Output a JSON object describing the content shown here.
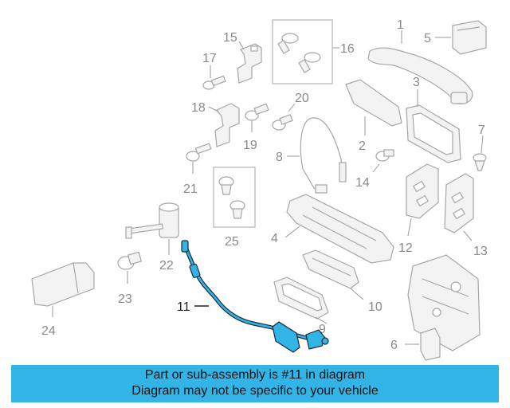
{
  "diagram": {
    "callouts": {
      "c1": "1",
      "c2": "2",
      "c3": "3",
      "c4": "4",
      "c5": "5",
      "c6": "6",
      "c7": "7",
      "c8": "8",
      "c9": "9",
      "c10": "10",
      "c11": "11",
      "c12": "12",
      "c13": "13",
      "c14": "14",
      "c15": "15",
      "c16": "16",
      "c17": "17",
      "c18": "18",
      "c19": "19",
      "c20": "20",
      "c21": "21",
      "c22": "22",
      "c23": "23",
      "c24": "24",
      "c25": "25"
    },
    "highlight_color": "#33b4e6"
  },
  "banner": {
    "line1": "Part or sub-assembly is #11 in diagram",
    "line2": "Diagram may not be specific to your vehicle",
    "color": "#33b4e6"
  }
}
